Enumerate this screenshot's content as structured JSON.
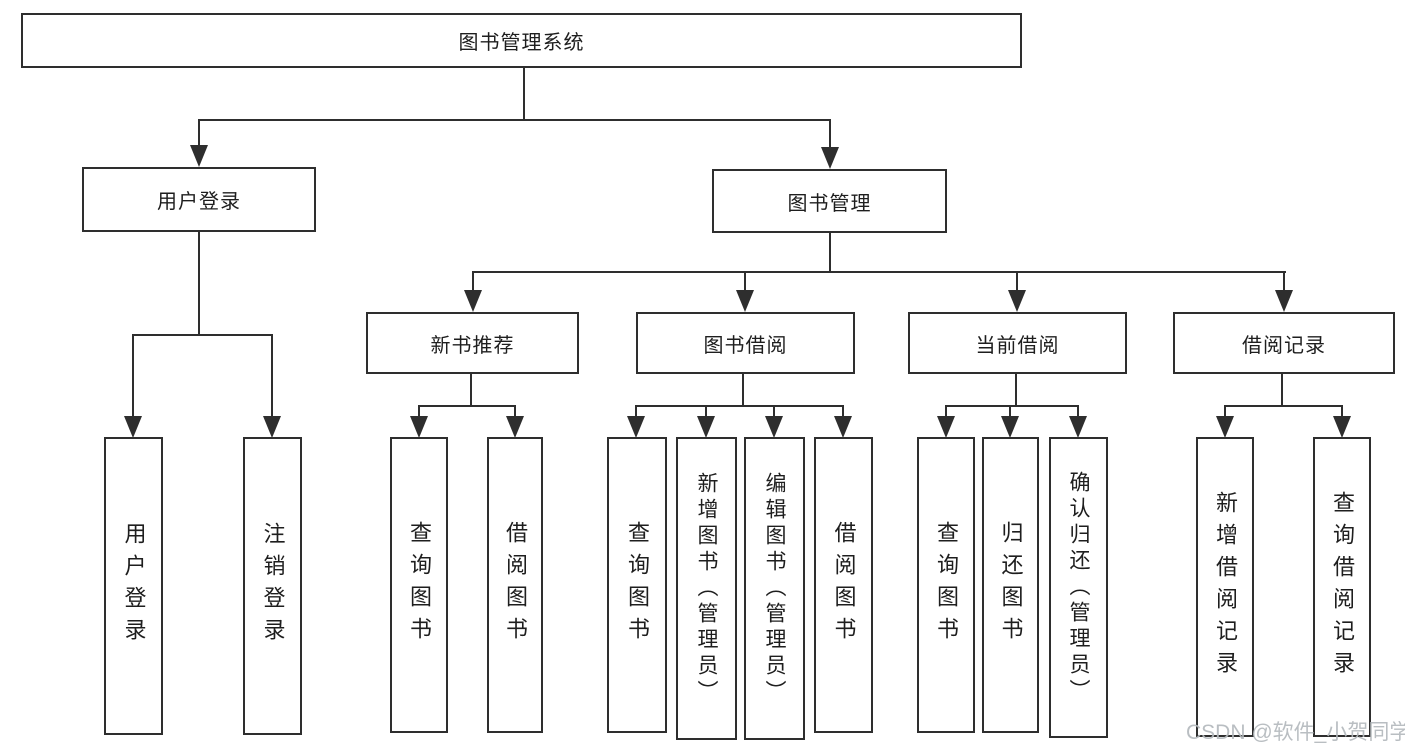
{
  "nodes": {
    "root": {
      "label": "图书管理系统"
    },
    "user_login": {
      "label": "用户登录"
    },
    "book_mgmt": {
      "label": "图书管理"
    },
    "new_books": {
      "label": "新书推荐"
    },
    "book_borrow": {
      "label": "图书借阅"
    },
    "current_borrow": {
      "label": "当前借阅"
    },
    "borrow_records": {
      "label": "借阅记录"
    },
    "leaves": {
      "user_login": {
        "label": "用户登录"
      },
      "logout": {
        "label": "注销登录"
      },
      "nb_query": {
        "label": "查询图书"
      },
      "nb_borrow": {
        "label": "借阅图书"
      },
      "bb_query": {
        "label": "查询图书"
      },
      "bb_add": {
        "label": "新增图书（管理员）"
      },
      "bb_edit": {
        "label": "编辑图书（管理员）"
      },
      "bb_borrow": {
        "label": "借阅图书"
      },
      "cb_query": {
        "label": "查询图书"
      },
      "cb_return": {
        "label": "归还图书"
      },
      "cb_confirm": {
        "label": "确认归还（管理员）"
      },
      "rec_add": {
        "label": "新增借阅记录"
      },
      "rec_query": {
        "label": "查询借阅记录"
      }
    }
  },
  "watermark": "CSDN @软件_小贺同学",
  "colors": {
    "line": "#2e2e2e",
    "text": "#1e1e1e",
    "background": "#ffffff",
    "watermark": "#b4b9bd"
  }
}
